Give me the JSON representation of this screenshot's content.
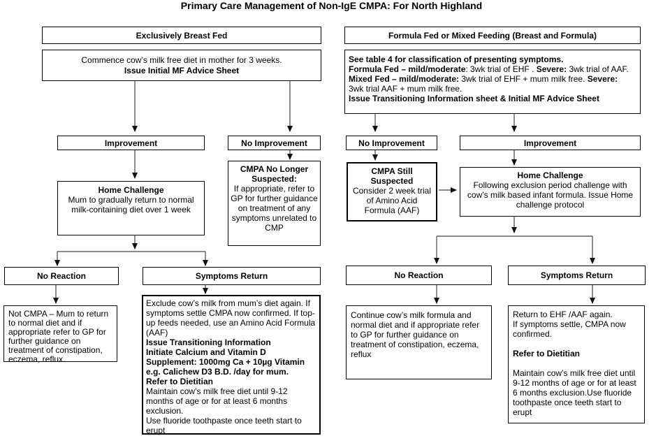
{
  "title": "Primary Care Management of Non-IgE CMPA: For North Highland",
  "left_flow": {
    "header": "Exclusively Breast Fed",
    "commence_line1": "Commence cow’s milk free diet in mother for 3 weeks.",
    "commence_line2": "Issue Initial MF Advice Sheet",
    "improvement_label": "Improvement",
    "no_improvement_label": "No Improvement",
    "home_challenge_title": "Home Challenge",
    "home_challenge_body": "Mum to gradually return to normal milk-containing diet over 1 week",
    "cmpa_no_longer_title": "CMPA No Longer Suspected:",
    "cmpa_no_longer_body": "If appropriate, refer to GP for further guidance on treatment of any symptoms unrelated to CMP",
    "no_reaction_label": "No Reaction",
    "symptoms_return_label": "Symptoms Return",
    "not_cmpa_body": "Not CMPA – Mum to return to normal diet and if appropriate refer to GP for further guidance on treatment of constipation, eczema, reflux.",
    "exclude": {
      "p1": "Exclude cow’s milk from mum’s diet again. If symptoms settle CMPA now confirmed.  If top-up feeds needed, use an Amino Acid Formula (AAF)",
      "b1": "Issue Transitioning Information",
      "b2": "Initiate Calcium and Vitamin D Supplement: 1000mg Ca + 10µg Vitamin e.g. Calichew D3 B.D. /day for mum.",
      "b3": "Refer to Dietitian",
      "p2": "Maintain cow’s milk free diet until 9-12 months of age or for at least 6 months exclusion.",
      "p3": "Use fluoride toothpaste once teeth start to erupt"
    }
  },
  "right_flow": {
    "header": "Formula Fed or Mixed Feeding (Breast and Formula)",
    "classification": {
      "lines": [
        {
          "runs": [
            {
              "t": "See table 4 for classification of presenting symptoms.",
              "b": true
            }
          ]
        },
        {
          "runs": [
            {
              "t": "Formula Fed – mild/moderate",
              "b": true
            },
            {
              "t": ": 3wk trial of EHF . "
            },
            {
              "t": "Severe:",
              "b": true
            },
            {
              "t": " 3wk trial of AAF."
            }
          ]
        },
        {
          "runs": [
            {
              "t": "Mixed Fed – mild/moderate:",
              "b": true
            },
            {
              "t": " 3wk trial of EHF  + mum milk free. "
            },
            {
              "t": "Severe:",
              "b": true
            }
          ]
        },
        {
          "runs": [
            {
              "t": "3wk trial AAF  + mum milk free."
            }
          ]
        },
        {
          "runs": [
            {
              "t": "Issue Transitioning Information sheet & Initial MF Advice Sheet",
              "b": true
            }
          ]
        }
      ]
    },
    "no_improvement_label": "No Improvement",
    "improvement_label": "Improvement",
    "cmpa_still_title": "CMPA Still Suspected",
    "cmpa_still_body": "Consider 2 week trial of Amino Acid Formula (AAF)",
    "home_challenge_title": "Home Challenge",
    "home_challenge_body": "Following exclusion period challenge with cow’s milk based infant formula.  Issue Home challenge protocol",
    "no_reaction_label": "No Reaction",
    "symptoms_return_label": "Symptoms Return",
    "continue_body": "Continue cow’s milk formula and normal diet and if appropriate refer to GP for further guidance on treatment of constipation, eczema, reflux",
    "return_box": {
      "p1": "Return to EHF /AAF again.",
      "p2": "If symptoms settle, CMPA now confirmed.",
      "b1": "Refer to Dietitian",
      "p3": "Maintain cow’s milk free diet until 9-12 months of age or for at least 6 months exclusion.Use fluoride toothpaste once teeth start to erupt"
    }
  },
  "colors": {
    "line": "#444444",
    "arrowhead": "#111111",
    "border": "#000000",
    "background": "#ffffff"
  }
}
